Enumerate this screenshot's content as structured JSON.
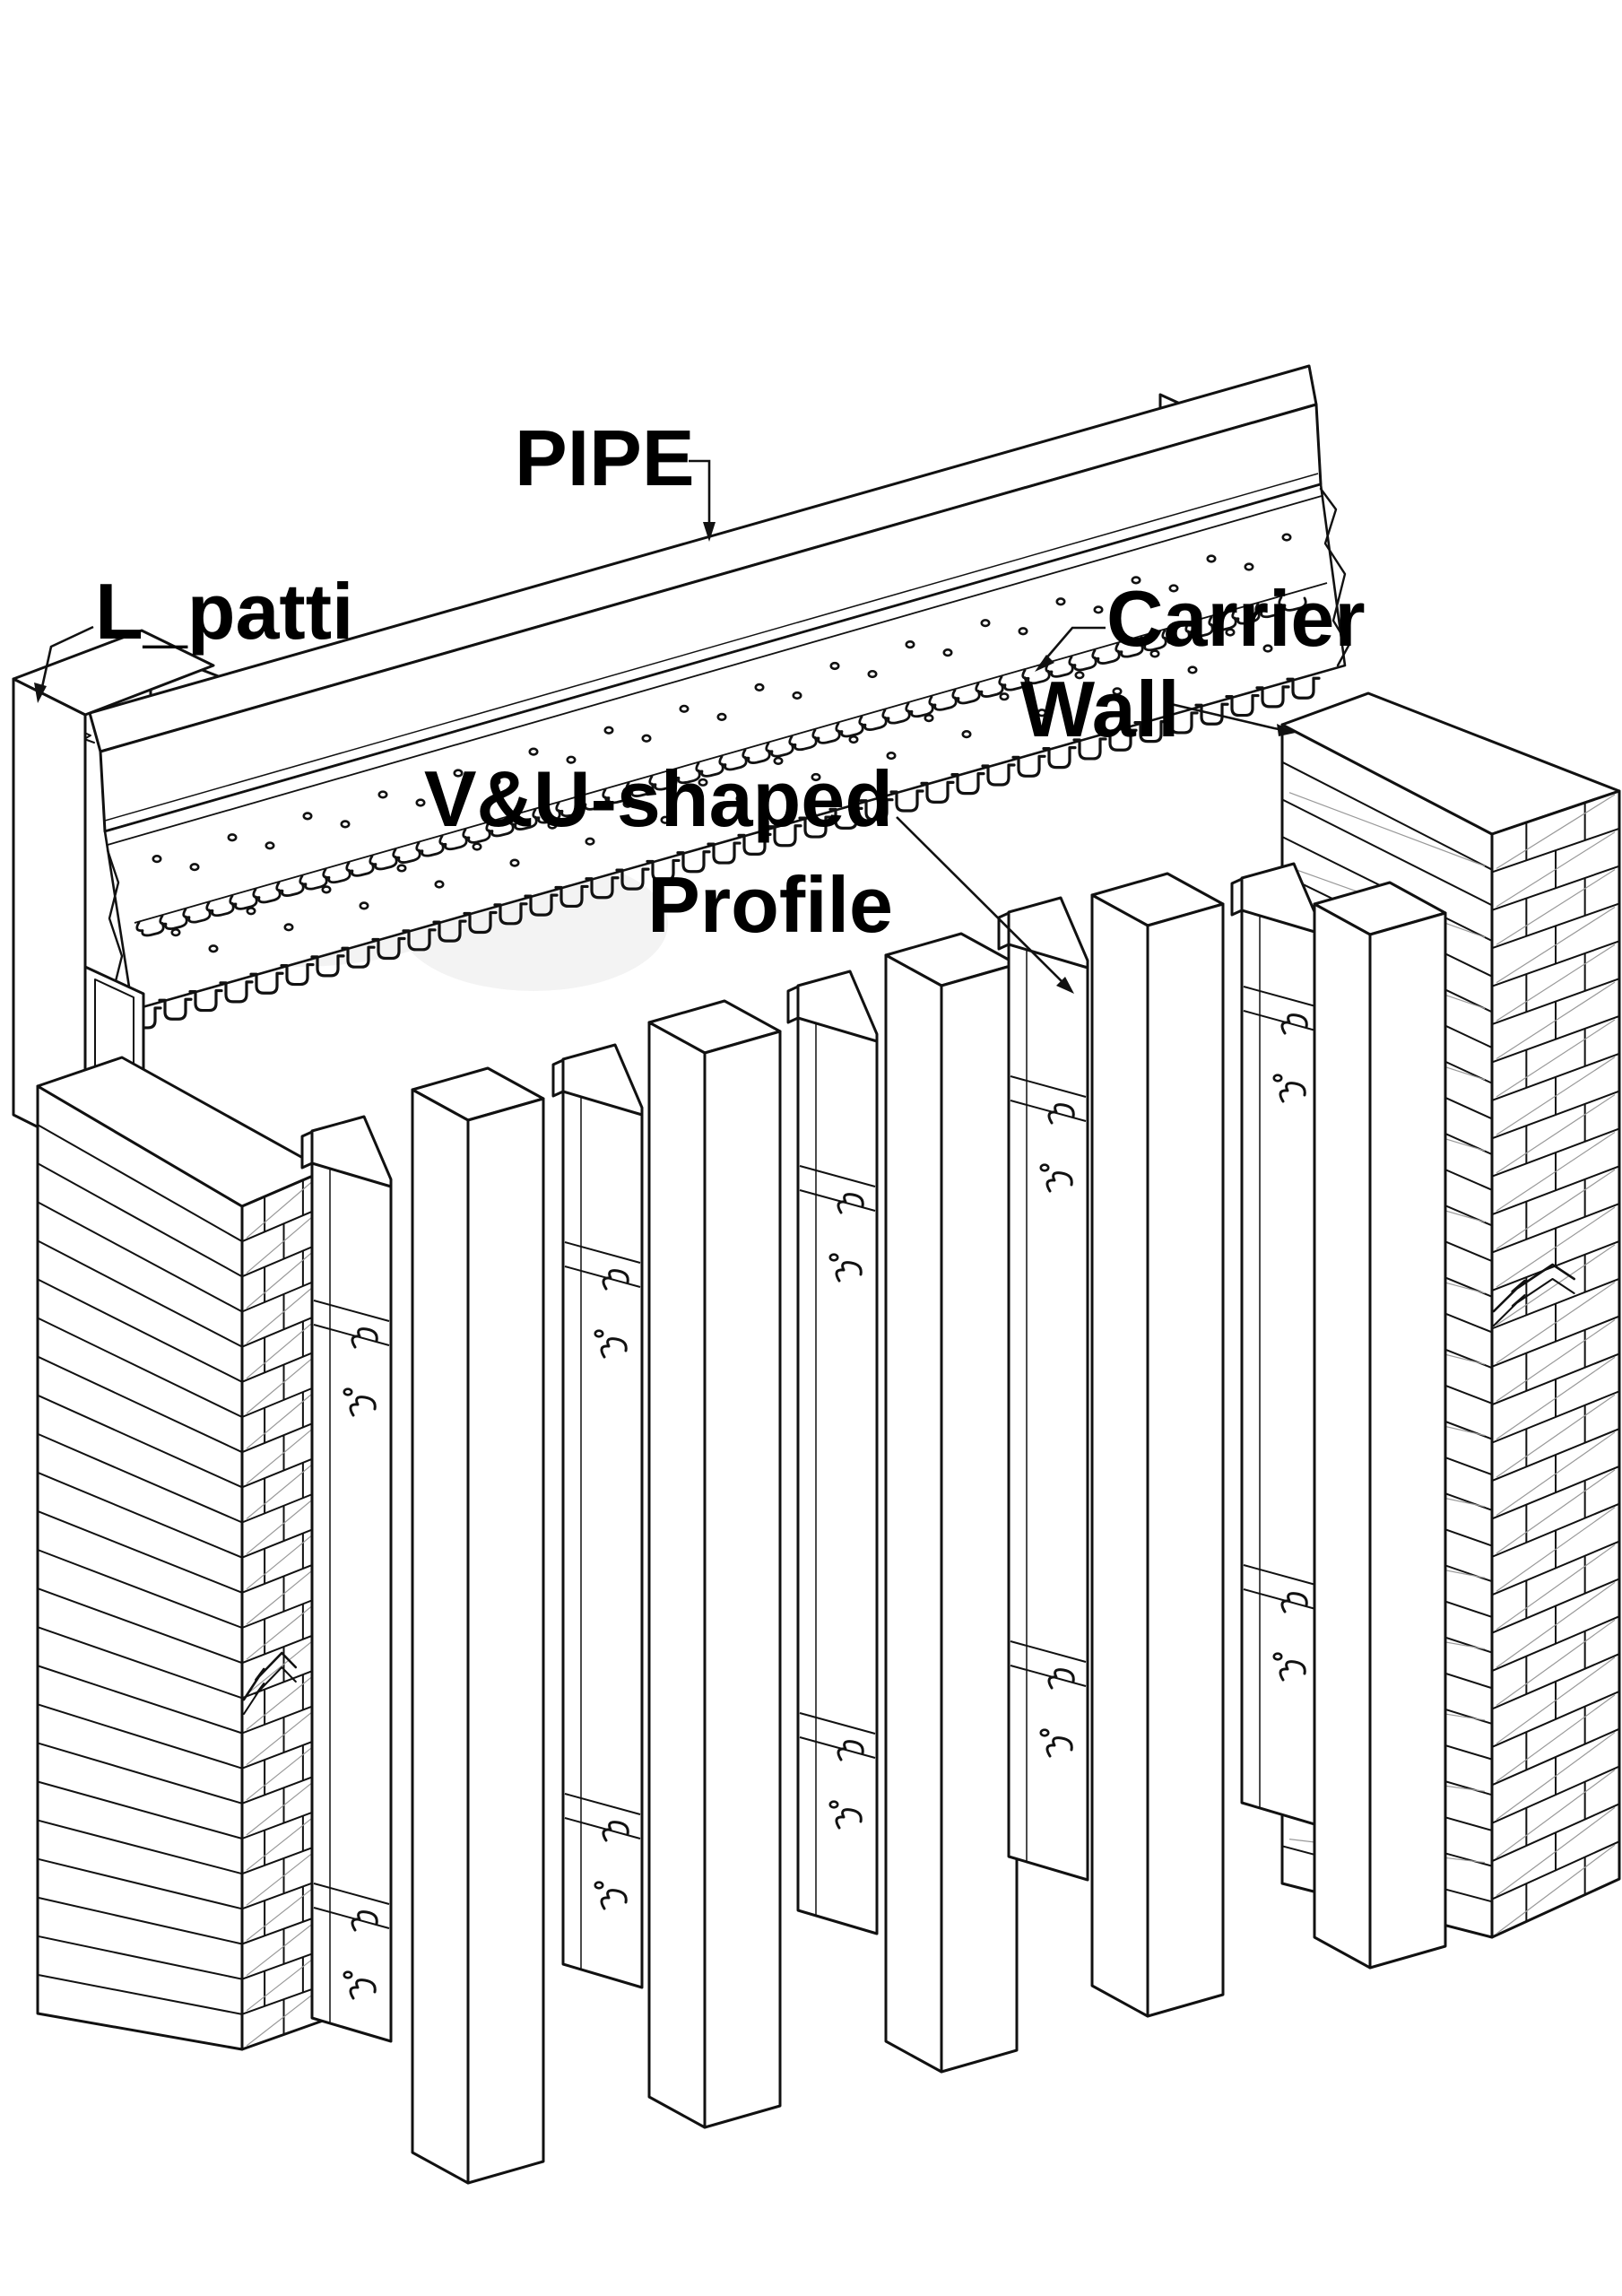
{
  "diagram": {
    "type": "construction-detail-diagram",
    "labels": {
      "pipe": "PIPE",
      "l_patti": "L_patti",
      "carrier": "Carrier",
      "wall": "Wall",
      "vu_shaped_line1": "V&U-shaped",
      "vu_shaped_line2": "Profile"
    },
    "colors": {
      "line": "#111111",
      "background": "#ffffff",
      "face_fill": "#ffffff",
      "brick_depth_line": "#999999",
      "smudge": "#f3f3f3"
    }
  }
}
